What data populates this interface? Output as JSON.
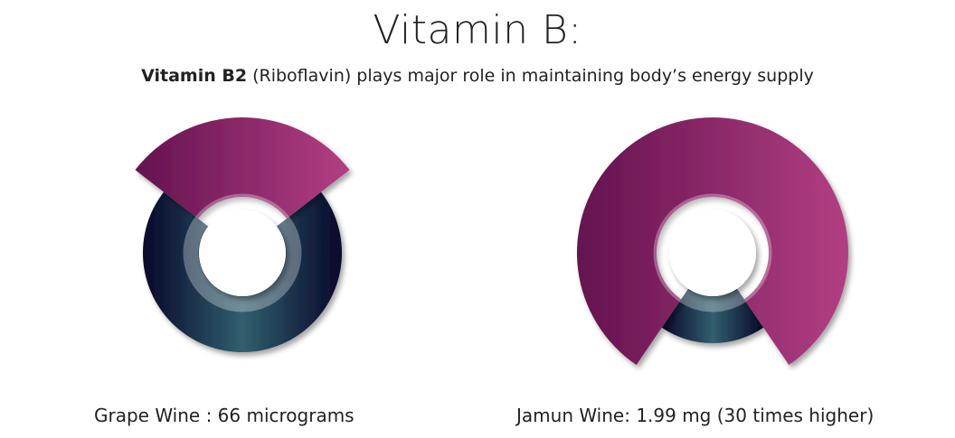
{
  "title": "Vitamin B:",
  "subtitle": {
    "bold": "Vitamin B2",
    "rest": " (Riboflavin) plays major role in maintaining body’s energy supply"
  },
  "colors": {
    "magenta_dark": "#64124f",
    "magenta_light": "#b23f82",
    "navy": "#07072a",
    "teal": "#315f6e"
  },
  "chart_data": [
    {
      "type": "pie",
      "label": "Grape Wine : 66 micrograms",
      "slices": [
        {
          "name": "highlight",
          "fraction": 0.29,
          "color": "magenta",
          "exploded": true
        },
        {
          "name": "rest",
          "fraction": 0.71,
          "color": "navy"
        }
      ]
    },
    {
      "type": "pie",
      "label": "Jamun Wine: 1.99 mg (30 times higher)",
      "slices": [
        {
          "name": "highlight",
          "fraction": 0.81,
          "color": "magenta",
          "exploded": true
        },
        {
          "name": "rest",
          "fraction": 0.19,
          "color": "navy"
        }
      ]
    }
  ]
}
